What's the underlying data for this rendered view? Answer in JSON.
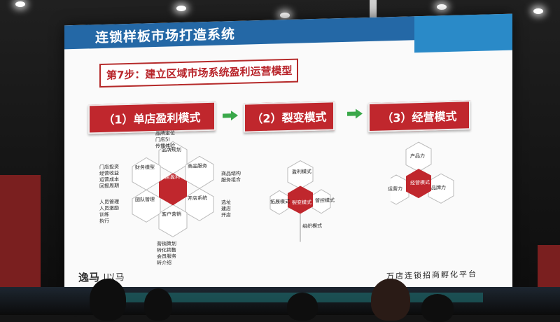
{
  "slide": {
    "title": "连锁样板市场打造系统",
    "step": "第7步：建立区域市场系统盈利运营模型",
    "modes": [
      "（1）单店盈利模式",
      "（2）裂变模式",
      "（3）经营模式"
    ],
    "footer_logo": "逸马",
    "footer_logo2": "|以马",
    "footer_right": "万店连锁招商孵化平台"
  },
  "diagram1": {
    "center": "单店盈利",
    "nodes": [
      "品牌规划",
      "商品服务",
      "开店系统",
      "客户营销",
      "团队管理",
      "财务模型"
    ],
    "labels_top": [
      "品牌定位",
      "门店5I",
      "传播体验"
    ],
    "labels_left": [
      "门店投资",
      "经营收益",
      "运营成本",
      "回报周期"
    ],
    "labels_left2": [
      "人员管理",
      "人员激励",
      "训练",
      "执行"
    ],
    "labels_right": [
      "商品结构",
      "服务组合"
    ],
    "labels_right2": [
      "选址",
      "建店",
      "开店"
    ],
    "labels_bottom": [
      "营销策划",
      "转化销售",
      "会员服务",
      "转介绍"
    ]
  },
  "diagram2": {
    "center": "裂变模式",
    "nodes": [
      "盈利模式",
      "管控模式",
      "拓展模式"
    ],
    "bottom_label": "组织模式"
  },
  "diagram3": {
    "center": "经营模式",
    "nodes": [
      "产品力",
      "品牌力",
      "运营力"
    ]
  },
  "colors": {
    "accent": "#c0272d",
    "topbar": "#2468a6",
    "arrow": "#3aa84a"
  }
}
